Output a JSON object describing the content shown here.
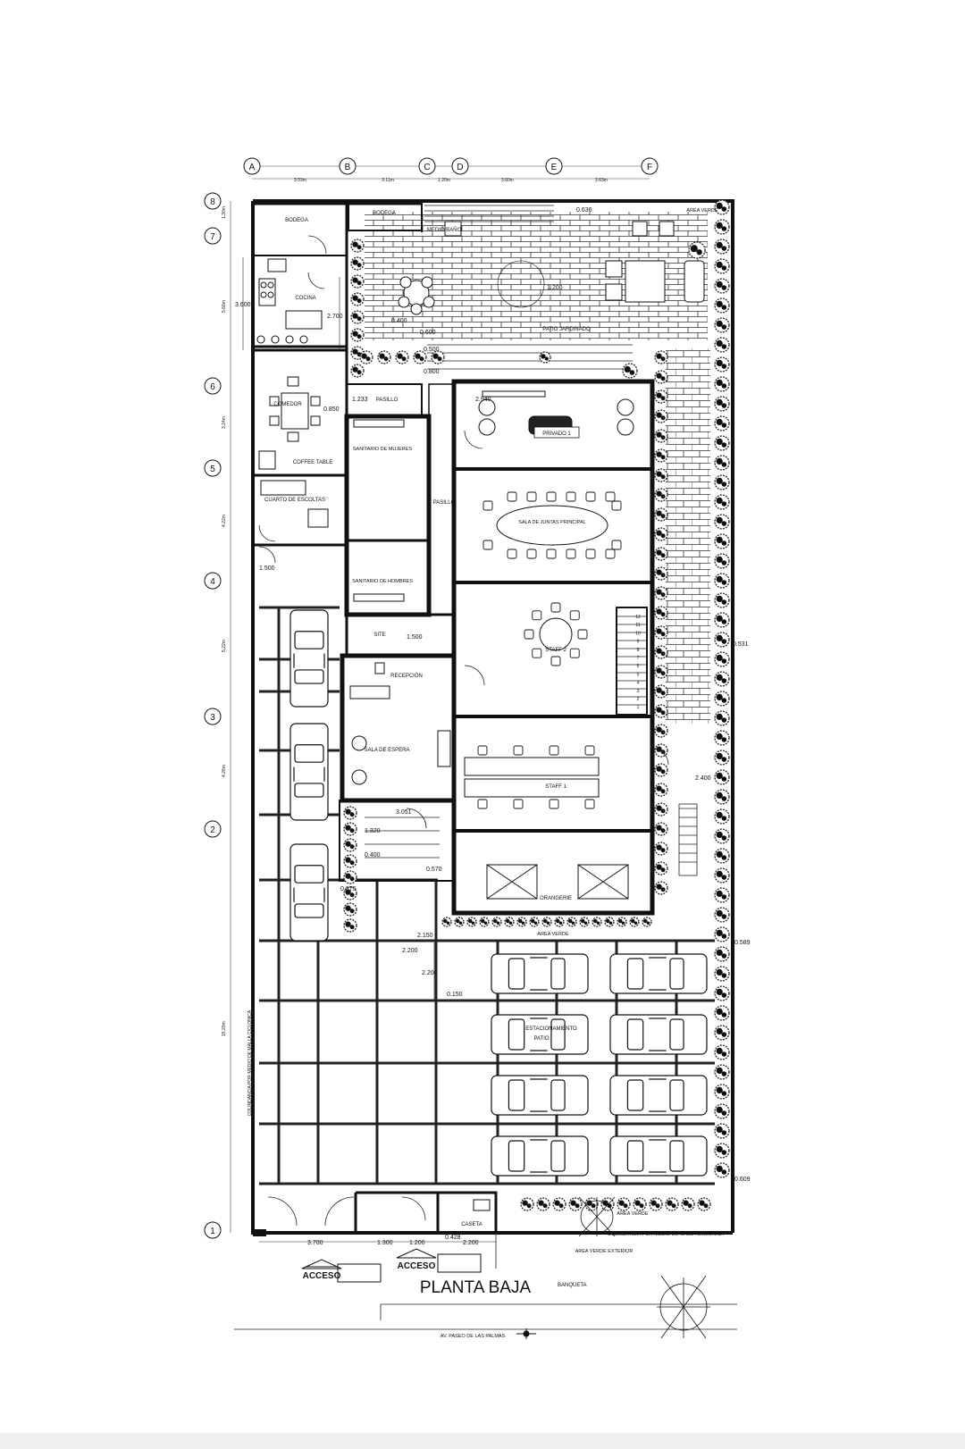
{
  "title": "PLANTA BAJA",
  "street": {
    "sidewalk": "BANQUETA",
    "avenue": "AV. PASEO DE LAS PALMAS"
  },
  "access": [
    "ACCESO",
    "ACCESO"
  ],
  "axes": {
    "letters": [
      "A",
      "B",
      "C",
      "D",
      "E",
      "F"
    ],
    "letter_dims": [
      "3.53m",
      "3.11m",
      "1.20m",
      "3.60m",
      "3.63m"
    ],
    "numbers": [
      "8",
      "7",
      "6",
      "5",
      "4",
      "3",
      "2",
      "1"
    ],
    "number_dims": [
      "1.30m",
      "5.66m",
      "3.24m",
      "4.22m",
      "5.22m",
      "4.26m",
      "15.20m"
    ]
  },
  "rooms": {
    "bodega_1": "BODEGA",
    "bodega_2": "BODEGA",
    "medio_bano": "MEDIO BAÑO",
    "cocina": "COCINA",
    "comedor": "COMEDOR",
    "coffee_table": "COFFEE TABLE",
    "cuarto_escoltas": "CUARTO DE ESCOLTAS",
    "pasillo_1": "PASILLO",
    "pasillo_2": "PASILLO",
    "sanitario_mujeres": "SANITARIO DE MUJERES",
    "sanitario_hombres": "SANITARIO DE HOMBRES",
    "site": "SITE",
    "recepcion": "RECEPCIÓN",
    "sala_espera": "SALA DE ESPERA",
    "privado": "PRIVADO 1",
    "sala_juntas": "SALA DE JUNTAS PRINCIPAL",
    "staff_2": "STAFF 2",
    "staff_1": "STAFF 1",
    "orangerie": "ORANGERIE",
    "patio_jardinado": "PATIO JARDINADO",
    "estacionamiento": "ESTACIONAMIENTO",
    "patio": "PATIO",
    "caseta": "CASETA",
    "area_verde_1": "AREA VERDE",
    "area_verde_2": "AREA VERDE",
    "area_verde_3": "AREA VERDE",
    "area_verde_exterior": "AREA VERDE EXTERIOR",
    "colindancia_bottom": "COLINDANCIA POR MEDIO DE MALLA CICLONICA",
    "colindancia_left": "COLINDANCIA POR MEDIO DE MALLA CICLONICA"
  },
  "dimensions": {
    "d_3600": "3.600",
    "d_2700": "2.700",
    "d_0850": "0.850",
    "d_1233": "1.233",
    "d_1500a": "1.500",
    "d_2940": "2.940",
    "d_1200": "1.200",
    "d_0400a": "0.400",
    "d_0600": "0.600",
    "d_0500": "0.500",
    "d_0800": "0.800",
    "d_1500b": "1.500",
    "d_3051": "3.051",
    "d_1320": "1.320",
    "d_0400b": "0.400",
    "d_0570": "0.570",
    "d_0875": "0.875",
    "d_2150": "2.150",
    "d_2200a": "2.200",
    "d_2200b": "2.200",
    "d_0150": "0.150",
    "d_3700": "3.700",
    "d_1300": "1.300",
    "d_1200b": "1.200",
    "d_0428": "0.428",
    "d_2200c": "2.200",
    "d_0531": "0.531",
    "d_2400": "2.400",
    "d_0589": "0.589",
    "d_0609": "0.609",
    "d_0636": "0.636"
  },
  "stair_numbers": [
    "12",
    "11",
    "10",
    "9",
    "8",
    "7",
    "6",
    "5",
    "4",
    "3",
    "2",
    "1"
  ]
}
